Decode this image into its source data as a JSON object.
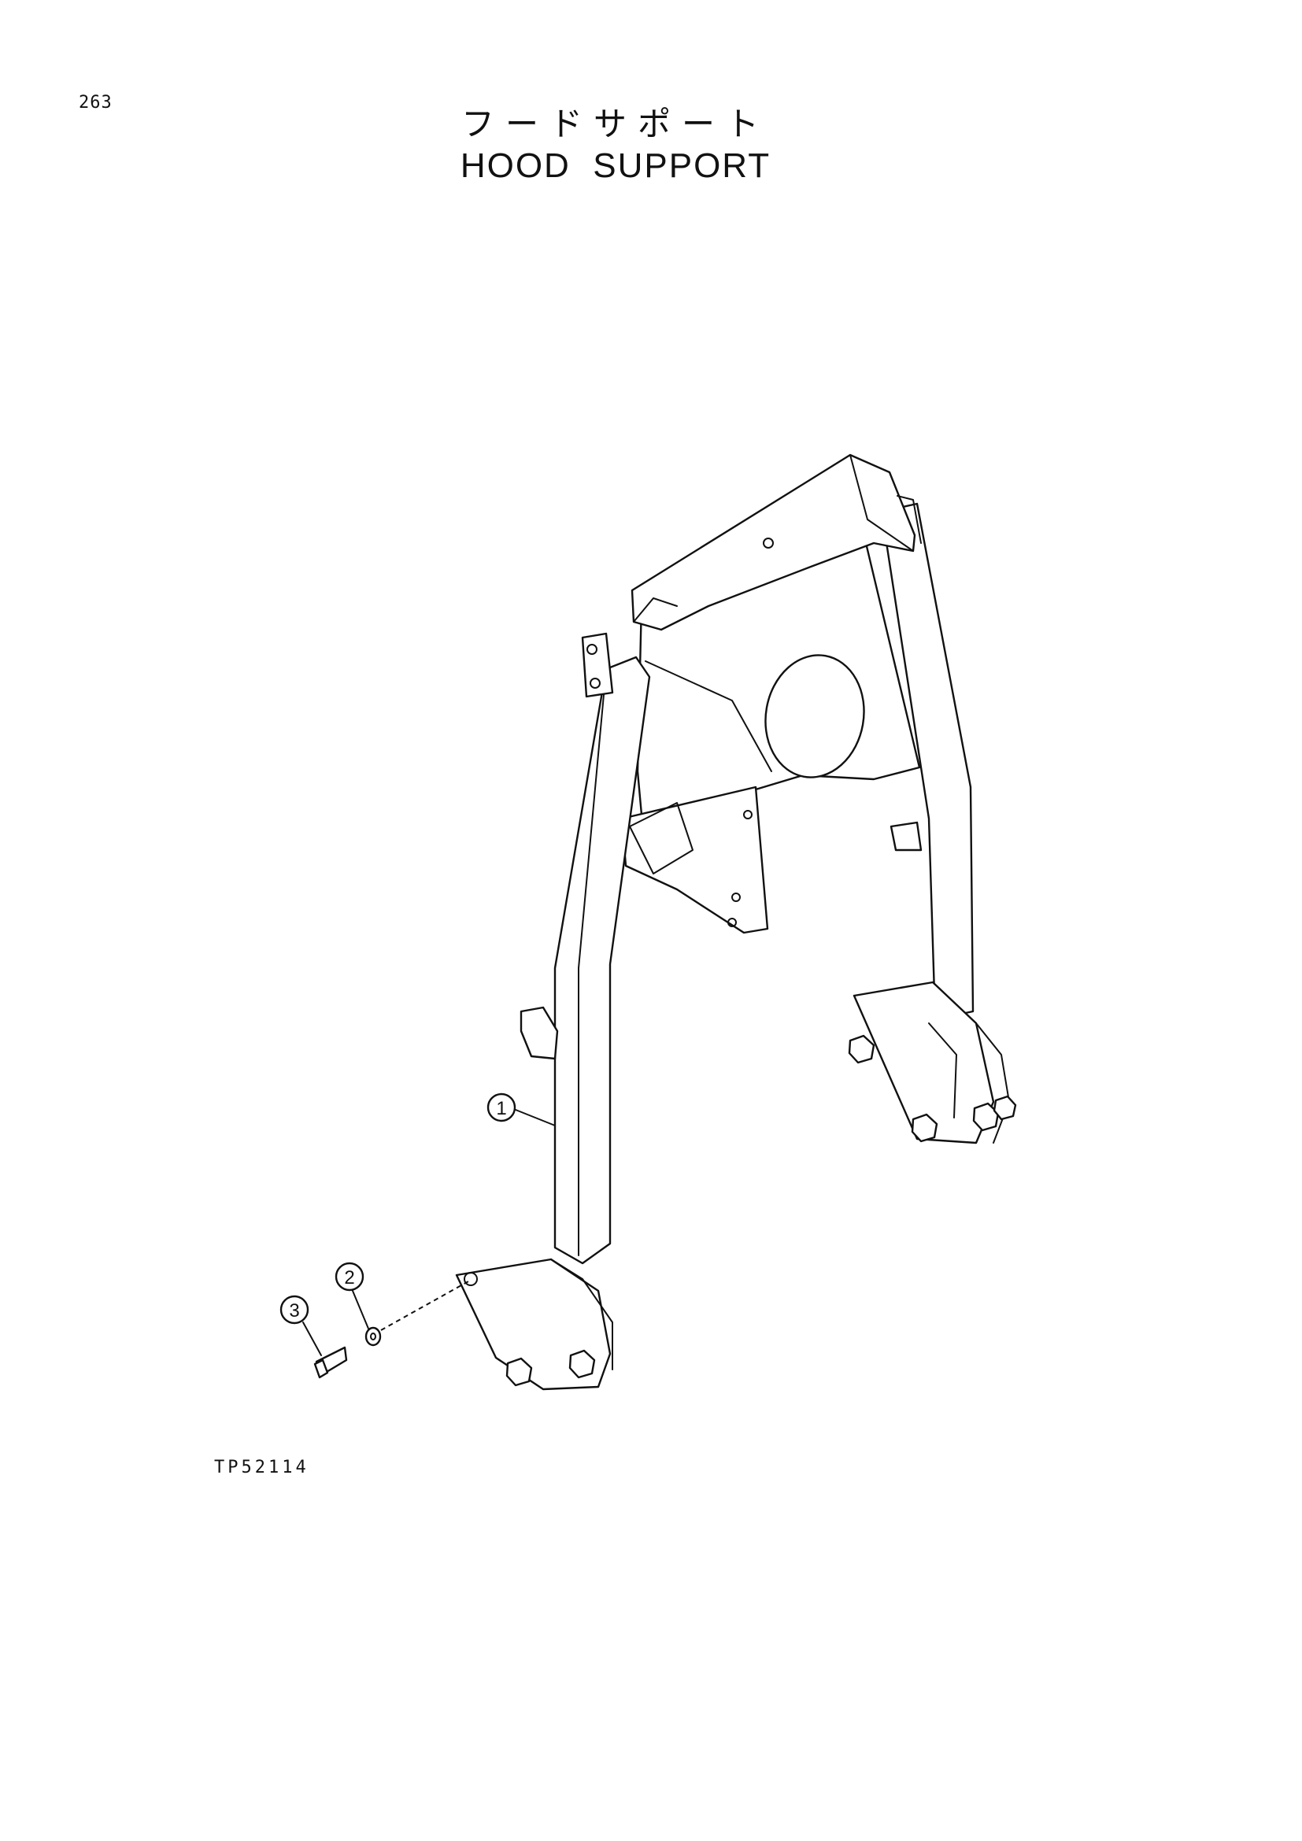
{
  "page": {
    "number": "263",
    "title_ja": "フードサポート",
    "title_en": "HOOD  SUPPORT",
    "drawing_code": "TP52114"
  },
  "callouts": [
    {
      "id": "1",
      "label": "1"
    },
    {
      "id": "2",
      "label": "2"
    },
    {
      "id": "3",
      "label": "3"
    }
  ]
}
